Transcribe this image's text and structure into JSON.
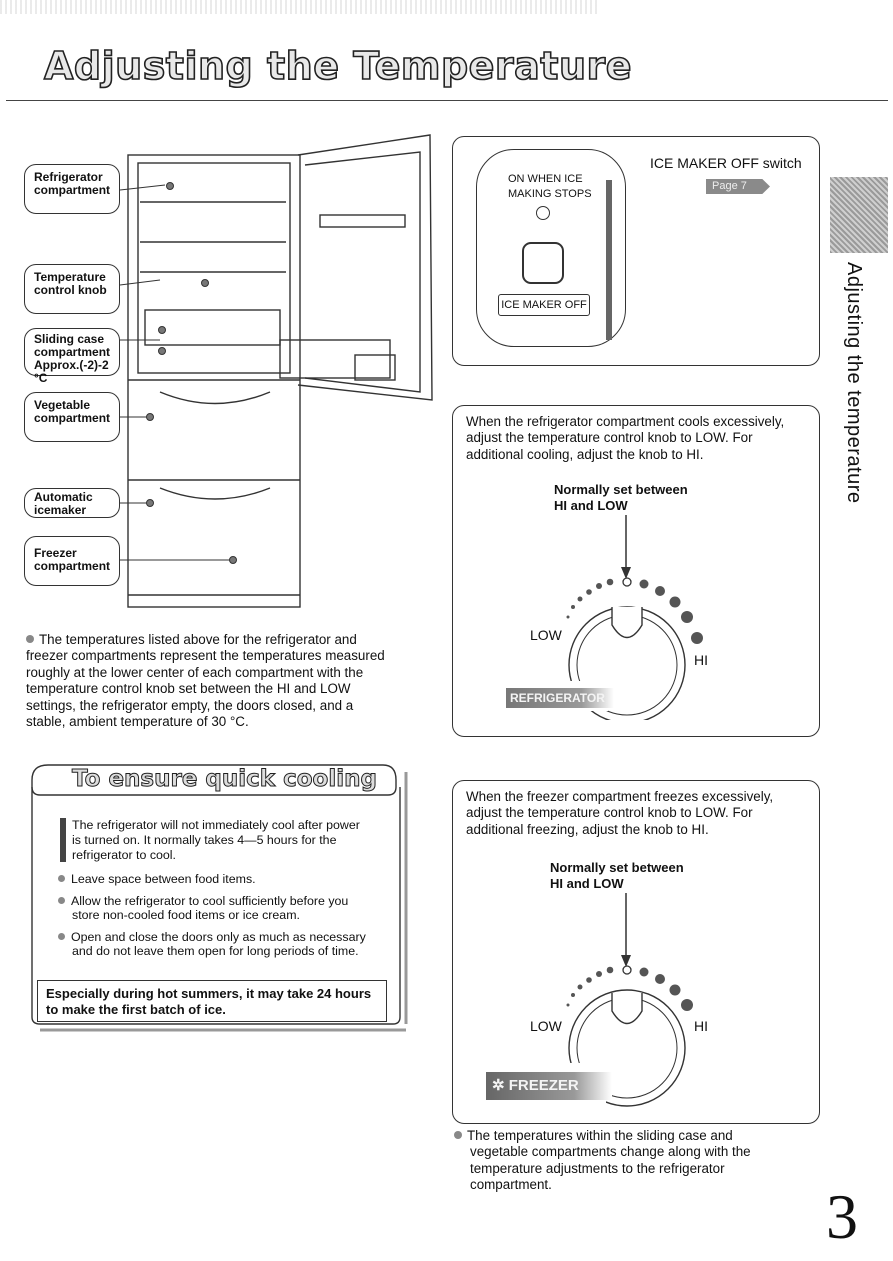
{
  "page": {
    "title": "Adjusting the Temperature",
    "side_label": "Adjusting the temperature",
    "page_number": "3"
  },
  "diagram_labels": {
    "refrigerator": "Refrigerator compartment",
    "temp_knob": "Temperature control knob",
    "sliding_case_l1": "Sliding case",
    "sliding_case_l2": "compartment",
    "sliding_case_l3": "Approx.(-2)-2 °C",
    "vegetable": "Vegetable compartment",
    "icemaker": "Automatic icemaker",
    "freezer": "Freezer compartment"
  },
  "ice_maker": {
    "panel_title": "ICE MAKER OFF switch",
    "page_ref": "Page 7",
    "on_when_line1": "ON WHEN ICE",
    "on_when_line2": "MAKING STOPS",
    "button_label": "ICE MAKER OFF"
  },
  "temperatures_note": "The temperatures listed above for the refrigerator and freezer compartments represent the temperatures measured roughly at the lower center of each compartment with the temperature control knob set between the HI and LOW settings, the refrigerator empty, the doors closed, and a stable, ambient temperature of 30 °C.",
  "refrigerator_box": {
    "text": "When the refrigerator compartment cools excessively, adjust the temperature control knob to LOW. For additional cooling, adjust the knob to HI.",
    "normally_l1": "Normally set between",
    "normally_l2": "HI and LOW",
    "low": "LOW",
    "hi": "HI",
    "dial_tag": "REFRIGERATOR"
  },
  "freezer_box": {
    "text": "When the freezer compartment freezes excessively, adjust the temperature control knob to LOW. For additional freezing, adjust the knob to HI.",
    "normally_l1": "Normally set between",
    "normally_l2": "HI and LOW",
    "low": "LOW",
    "hi": "HI",
    "dial_tag": "FREEZER"
  },
  "quick_cooling": {
    "title": "To ensure quick cooling",
    "intro": "The refrigerator will not immediately cool after power is turned on. It normally takes 4—5 hours for the refrigerator to cool.",
    "bullet1": "Leave space between food items.",
    "bullet2": "Allow the refrigerator to cool sufficiently before you store non-cooled food items or ice cream.",
    "bullet3": "Open and close the doors only as much as necessary and do not leave them open for long periods of time.",
    "summer_note": "Especially during hot summers, it may take 24 hours to make the first batch of ice."
  },
  "sliding_note": "The temperatures within the sliding case and vegetable compartments change along with the temperature adjustments to the refrigerator compartment."
}
